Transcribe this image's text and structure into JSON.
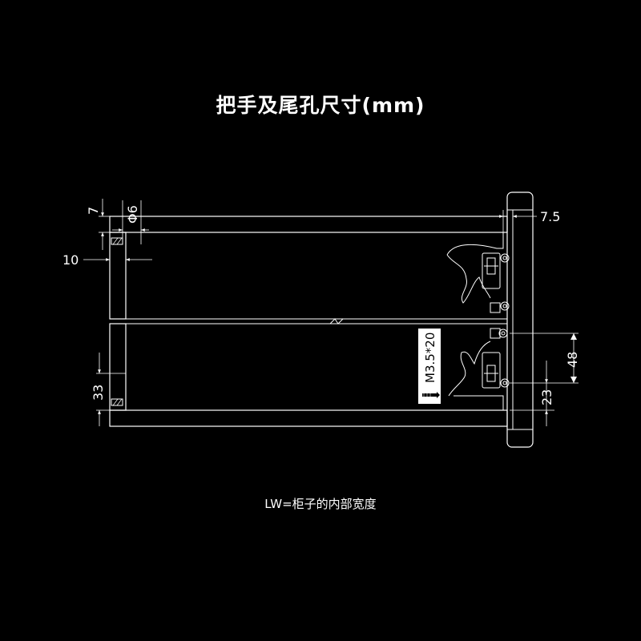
{
  "title": "把手及尾孔尺寸(mm)",
  "caption": "LW=柜子的内部宽度",
  "dimensions": {
    "top_gap": "7",
    "hole_diameter": "Φ6",
    "right_offset": "7.5",
    "left_offset": "10",
    "left_height": "33",
    "right_height_upper": "48",
    "right_height_lower": "23"
  },
  "screw_label": "M3.5*20",
  "icons": [
    "screw-icon",
    "hinge-clip-icon",
    "break-mark-icon"
  ]
}
